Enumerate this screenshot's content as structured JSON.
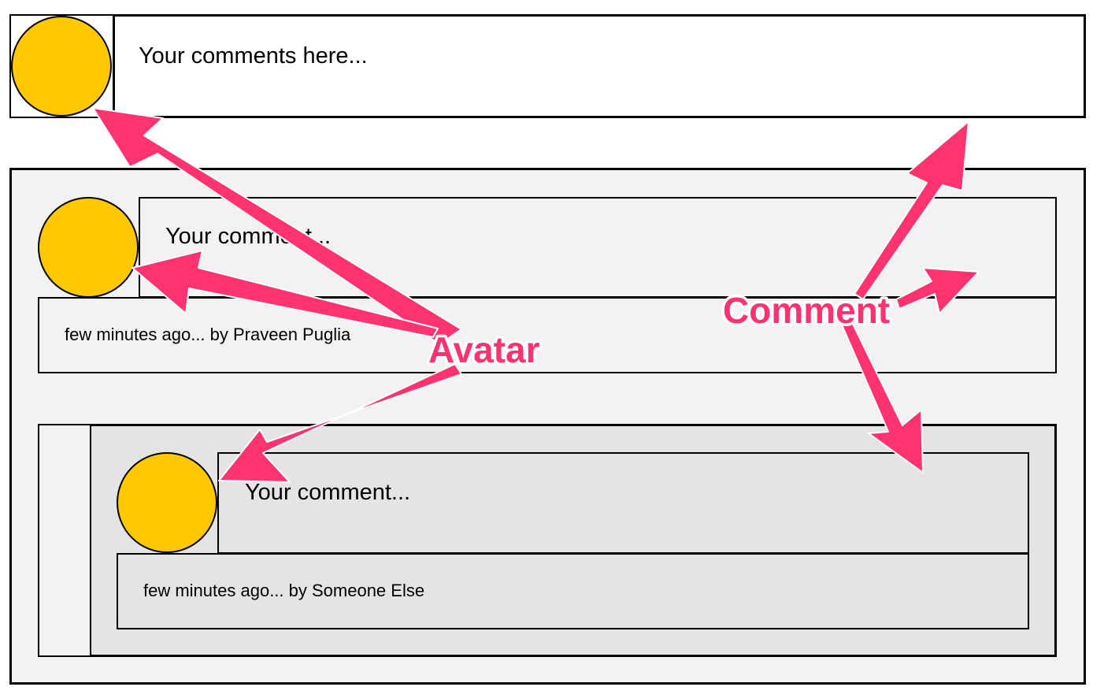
{
  "new_comment": {
    "placeholder": "Your comments here..."
  },
  "thread": {
    "comments": [
      {
        "text": "Your comment...",
        "meta": "few minutes ago... by Praveen Puglia"
      },
      {
        "text": "Your comment...",
        "meta": "few minutes ago... by Someone Else"
      }
    ]
  },
  "annotations": {
    "avatar_label": "Avatar",
    "comment_label": "Comment",
    "color": "#FF3370"
  },
  "colors": {
    "avatar_fill": "#FFC800",
    "thread_bg": "#F2F2F2",
    "nested_bg": "#E4E4E4"
  }
}
